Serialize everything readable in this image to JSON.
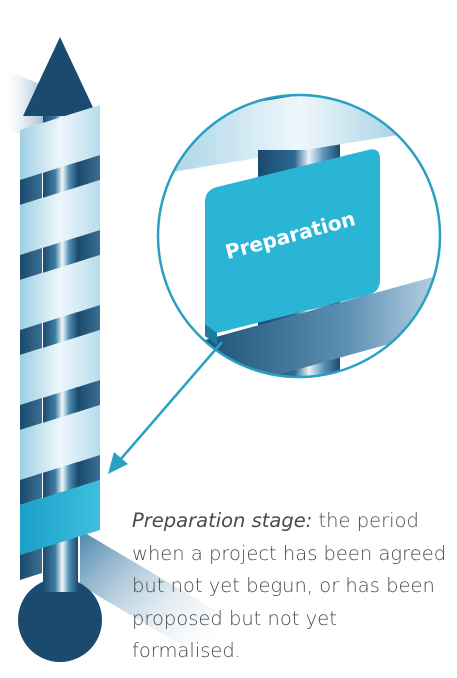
{
  "zoom_label": "Preparation",
  "caption": {
    "lead": "Preparation stage:",
    "body": " the period when a project has been agreed but not yet begun, or has been proposed but not yet formalised."
  },
  "colors": {
    "navy": "#1a4a6e",
    "ribbon_light": "#cfe6f2",
    "ribbon_highlight": "#2ab4d6",
    "circle_stroke": "#2a9fc4"
  }
}
